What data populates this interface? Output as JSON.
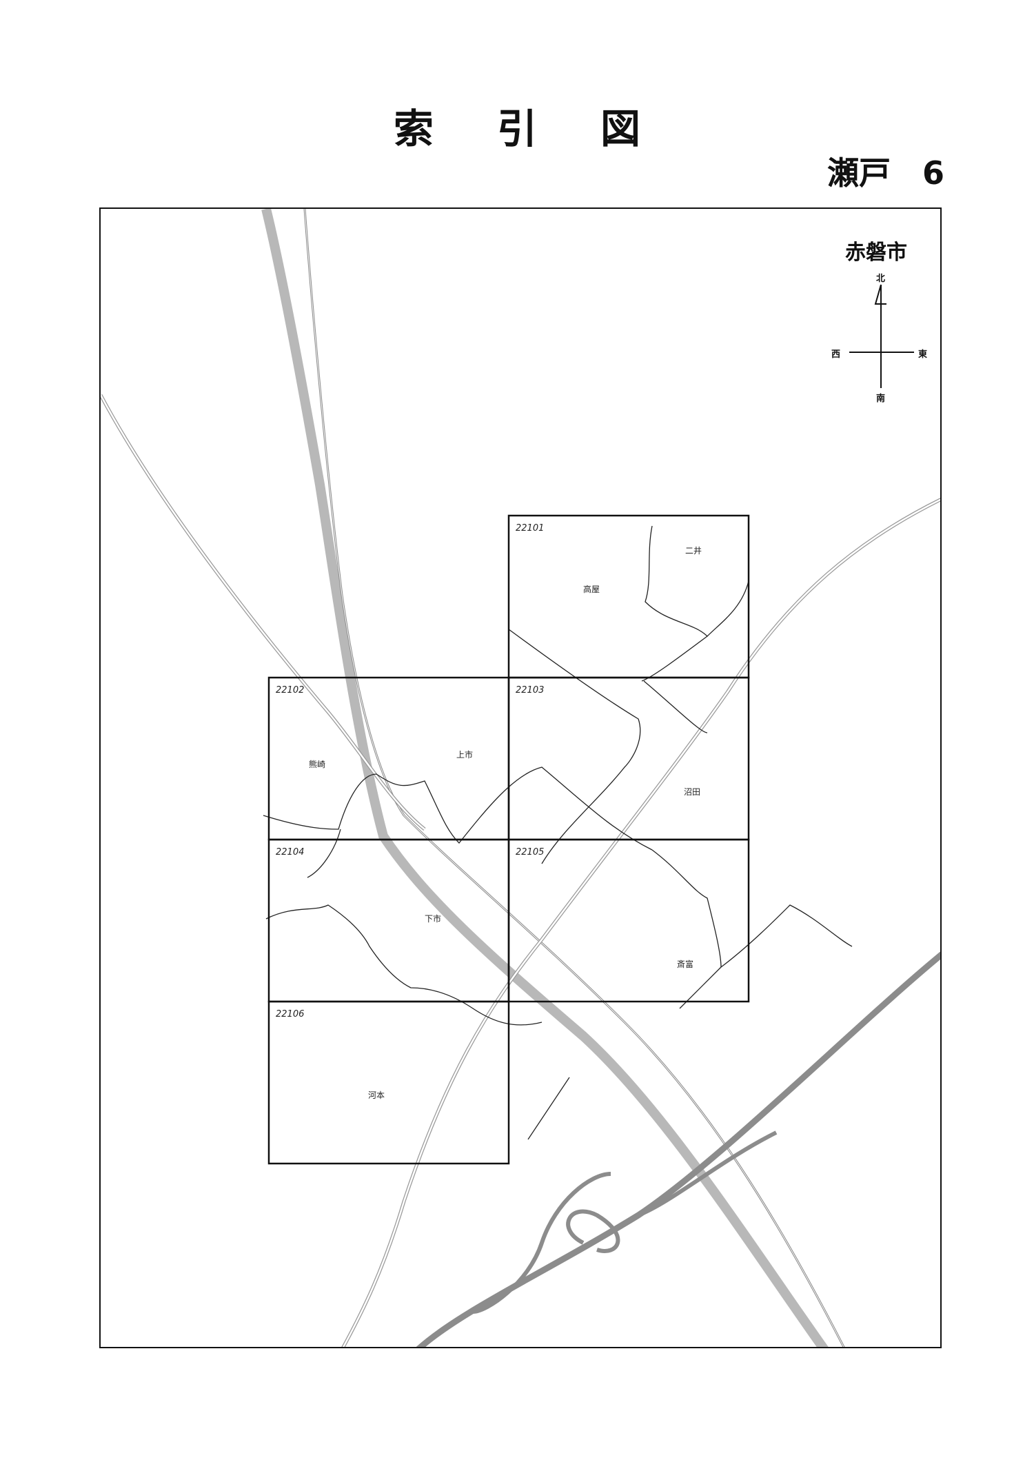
{
  "header": {
    "title": "索引図",
    "subtitle": "瀬戸　6"
  },
  "map": {
    "region": "赤磐市",
    "compass": {
      "north": "北",
      "south": "南",
      "east": "東",
      "west": "西"
    },
    "sheets": [
      {
        "id": "22101",
        "places": [
          "高屋",
          "二井"
        ]
      },
      {
        "id": "22102",
        "places": [
          "熊崎",
          "上市"
        ]
      },
      {
        "id": "22103",
        "places": [
          "沼田"
        ]
      },
      {
        "id": "22104",
        "places": [
          "下市"
        ]
      },
      {
        "id": "22105",
        "places": [
          "斎富"
        ]
      },
      {
        "id": "22106",
        "places": [
          "河本"
        ]
      }
    ]
  }
}
